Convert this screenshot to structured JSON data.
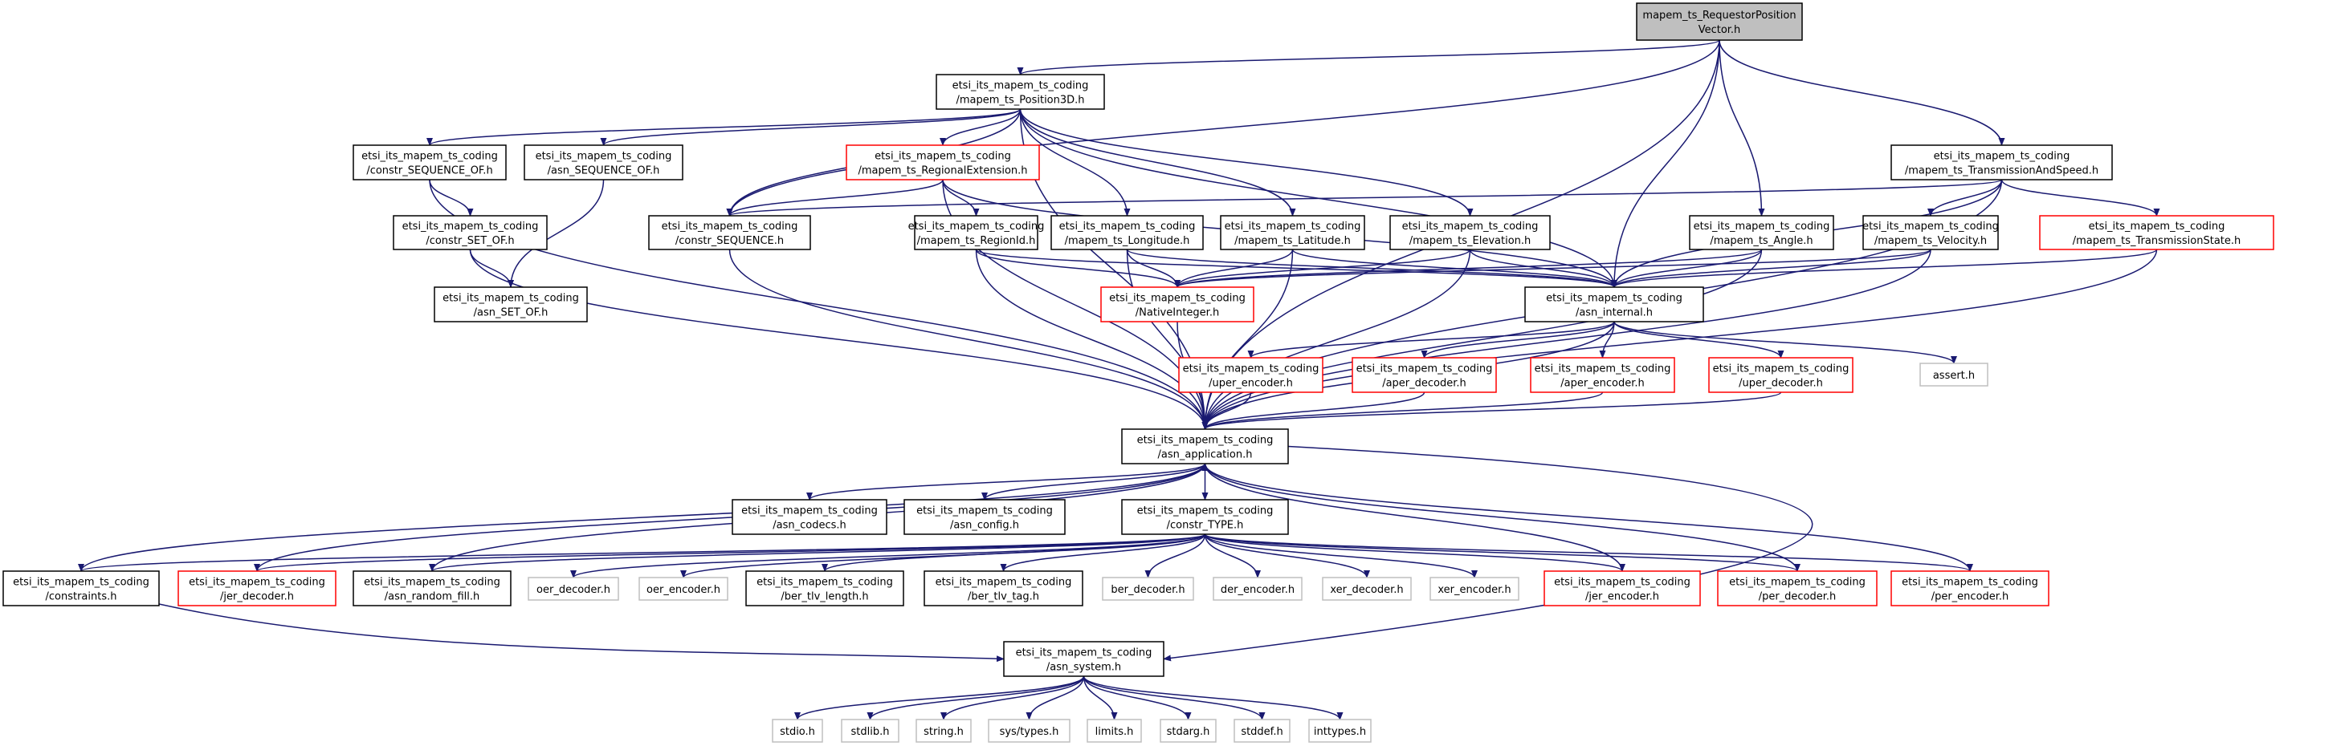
{
  "graph": {
    "edge_color": "#191970",
    "nodes": [
      {
        "id": "root",
        "lines": [
          "mapem_ts_RequestorPosition",
          "Vector.h"
        ],
        "style": "current"
      },
      {
        "id": "pos3d",
        "lines": [
          "etsi_its_mapem_ts_coding",
          "/mapem_ts_Position3D.h"
        ],
        "style": "normal"
      },
      {
        "id": "cseqof",
        "lines": [
          "etsi_its_mapem_ts_coding",
          "/constr_SEQUENCE_OF.h"
        ],
        "style": "normal"
      },
      {
        "id": "aseqof",
        "lines": [
          "etsi_its_mapem_ts_coding",
          "/asn_SEQUENCE_OF.h"
        ],
        "style": "normal"
      },
      {
        "id": "regext",
        "lines": [
          "etsi_its_mapem_ts_coding",
          "/mapem_ts_RegionalExtension.h"
        ],
        "style": "truncated"
      },
      {
        "id": "tas",
        "lines": [
          "etsi_its_mapem_ts_coding",
          "/mapem_ts_TransmissionAndSpeed.h"
        ],
        "style": "normal"
      },
      {
        "id": "csetof",
        "lines": [
          "etsi_its_mapem_ts_coding",
          "/constr_SET_OF.h"
        ],
        "style": "normal"
      },
      {
        "id": "cseq",
        "lines": [
          "etsi_its_mapem_ts_coding",
          "/constr_SEQUENCE.h"
        ],
        "style": "normal"
      },
      {
        "id": "regionid",
        "lines": [
          "etsi_its_mapem_ts_coding",
          "/mapem_ts_RegionId.h"
        ],
        "style": "normal"
      },
      {
        "id": "longitude",
        "lines": [
          "etsi_its_mapem_ts_coding",
          "/mapem_ts_Longitude.h"
        ],
        "style": "normal"
      },
      {
        "id": "latitude",
        "lines": [
          "etsi_its_mapem_ts_coding",
          "/mapem_ts_Latitude.h"
        ],
        "style": "normal"
      },
      {
        "id": "elevation",
        "lines": [
          "etsi_its_mapem_ts_coding",
          "/mapem_ts_Elevation.h"
        ],
        "style": "normal"
      },
      {
        "id": "angle",
        "lines": [
          "etsi_its_mapem_ts_coding",
          "/mapem_ts_Angle.h"
        ],
        "style": "normal"
      },
      {
        "id": "velocity",
        "lines": [
          "etsi_its_mapem_ts_coding",
          "/mapem_ts_Velocity.h"
        ],
        "style": "normal"
      },
      {
        "id": "tstate",
        "lines": [
          "etsi_its_mapem_ts_coding",
          "/mapem_ts_TransmissionState.h"
        ],
        "style": "truncated"
      },
      {
        "id": "asetof",
        "lines": [
          "etsi_its_mapem_ts_coding",
          "/asn_SET_OF.h"
        ],
        "style": "normal"
      },
      {
        "id": "nativeint",
        "lines": [
          "etsi_its_mapem_ts_coding",
          "/NativeInteger.h"
        ],
        "style": "truncated"
      },
      {
        "id": "asninternal",
        "lines": [
          "etsi_its_mapem_ts_coding",
          "/asn_internal.h"
        ],
        "style": "normal"
      },
      {
        "id": "uperenc",
        "lines": [
          "etsi_its_mapem_ts_coding",
          "/uper_encoder.h"
        ],
        "style": "truncated"
      },
      {
        "id": "aperdec",
        "lines": [
          "etsi_its_mapem_ts_coding",
          "/aper_decoder.h"
        ],
        "style": "truncated"
      },
      {
        "id": "aperenc",
        "lines": [
          "etsi_its_mapem_ts_coding",
          "/aper_encoder.h"
        ],
        "style": "truncated"
      },
      {
        "id": "uperdec",
        "lines": [
          "etsi_its_mapem_ts_coding",
          "/uper_decoder.h"
        ],
        "style": "truncated"
      },
      {
        "id": "assert",
        "lines": [
          "assert.h"
        ],
        "style": "external"
      },
      {
        "id": "asnapp",
        "lines": [
          "etsi_its_mapem_ts_coding",
          "/asn_application.h"
        ],
        "style": "normal"
      },
      {
        "id": "asncodecs",
        "lines": [
          "etsi_its_mapem_ts_coding",
          "/asn_codecs.h"
        ],
        "style": "normal"
      },
      {
        "id": "asnconfig",
        "lines": [
          "etsi_its_mapem_ts_coding",
          "/asn_config.h"
        ],
        "style": "normal"
      },
      {
        "id": "constrtype",
        "lines": [
          "etsi_its_mapem_ts_coding",
          "/constr_TYPE.h"
        ],
        "style": "normal"
      },
      {
        "id": "constraints",
        "lines": [
          "etsi_its_mapem_ts_coding",
          "/constraints.h"
        ],
        "style": "normal"
      },
      {
        "id": "jerdec",
        "lines": [
          "etsi_its_mapem_ts_coding",
          "/jer_decoder.h"
        ],
        "style": "truncated"
      },
      {
        "id": "randfill",
        "lines": [
          "etsi_its_mapem_ts_coding",
          "/asn_random_fill.h"
        ],
        "style": "normal"
      },
      {
        "id": "oerdec",
        "lines": [
          "oer_decoder.h"
        ],
        "style": "external"
      },
      {
        "id": "oerenc",
        "lines": [
          "oer_encoder.h"
        ],
        "style": "external"
      },
      {
        "id": "bertlvlen",
        "lines": [
          "etsi_its_mapem_ts_coding",
          "/ber_tlv_length.h"
        ],
        "style": "normal"
      },
      {
        "id": "bertlvtag",
        "lines": [
          "etsi_its_mapem_ts_coding",
          "/ber_tlv_tag.h"
        ],
        "style": "normal"
      },
      {
        "id": "berdec",
        "lines": [
          "ber_decoder.h"
        ],
        "style": "external"
      },
      {
        "id": "derenc",
        "lines": [
          "der_encoder.h"
        ],
        "style": "external"
      },
      {
        "id": "xerdec",
        "lines": [
          "xer_decoder.h"
        ],
        "style": "external"
      },
      {
        "id": "xerenc",
        "lines": [
          "xer_encoder.h"
        ],
        "style": "external"
      },
      {
        "id": "jerenc",
        "lines": [
          "etsi_its_mapem_ts_coding",
          "/jer_encoder.h"
        ],
        "style": "truncated"
      },
      {
        "id": "perdec",
        "lines": [
          "etsi_its_mapem_ts_coding",
          "/per_decoder.h"
        ],
        "style": "truncated"
      },
      {
        "id": "perenc",
        "lines": [
          "etsi_its_mapem_ts_coding",
          "/per_encoder.h"
        ],
        "style": "truncated"
      },
      {
        "id": "asnsystem",
        "lines": [
          "etsi_its_mapem_ts_coding",
          "/asn_system.h"
        ],
        "style": "normal"
      },
      {
        "id": "stdio",
        "lines": [
          "stdio.h"
        ],
        "style": "external"
      },
      {
        "id": "stdlib",
        "lines": [
          "stdlib.h"
        ],
        "style": "external"
      },
      {
        "id": "string",
        "lines": [
          "string.h"
        ],
        "style": "external"
      },
      {
        "id": "systypes",
        "lines": [
          "sys/types.h"
        ],
        "style": "external"
      },
      {
        "id": "limits",
        "lines": [
          "limits.h"
        ],
        "style": "external"
      },
      {
        "id": "stdarg",
        "lines": [
          "stdarg.h"
        ],
        "style": "external"
      },
      {
        "id": "stddef",
        "lines": [
          "stddef.h"
        ],
        "style": "external"
      },
      {
        "id": "inttypes",
        "lines": [
          "inttypes.h"
        ],
        "style": "external"
      }
    ],
    "edges": [
      [
        "root",
        "pos3d"
      ],
      [
        "root",
        "cseq"
      ],
      [
        "root",
        "asninternal"
      ],
      [
        "root",
        "angle"
      ],
      [
        "root",
        "tas"
      ],
      [
        "root",
        "asnapp"
      ],
      [
        "pos3d",
        "cseqof"
      ],
      [
        "pos3d",
        "aseqof"
      ],
      [
        "pos3d",
        "regext"
      ],
      [
        "pos3d",
        "cseq"
      ],
      [
        "pos3d",
        "asnapp"
      ],
      [
        "pos3d",
        "longitude"
      ],
      [
        "pos3d",
        "latitude"
      ],
      [
        "pos3d",
        "elevation"
      ],
      [
        "pos3d",
        "asninternal"
      ],
      [
        "cseqof",
        "csetof"
      ],
      [
        "cseqof",
        "asnapp"
      ],
      [
        "aseqof",
        "asetof"
      ],
      [
        "csetof",
        "asetof"
      ],
      [
        "csetof",
        "asnapp"
      ],
      [
        "regext",
        "cseq"
      ],
      [
        "regext",
        "regionid"
      ],
      [
        "regext",
        "asnapp"
      ],
      [
        "regext",
        "asninternal"
      ],
      [
        "cseq",
        "asnapp"
      ],
      [
        "regionid",
        "nativeint"
      ],
      [
        "regionid",
        "asnapp"
      ],
      [
        "regionid",
        "asninternal"
      ],
      [
        "longitude",
        "nativeint"
      ],
      [
        "longitude",
        "asnapp"
      ],
      [
        "longitude",
        "asninternal"
      ],
      [
        "latitude",
        "nativeint"
      ],
      [
        "latitude",
        "asnapp"
      ],
      [
        "latitude",
        "asninternal"
      ],
      [
        "elevation",
        "nativeint"
      ],
      [
        "elevation",
        "asnapp"
      ],
      [
        "elevation",
        "asninternal"
      ],
      [
        "angle",
        "nativeint"
      ],
      [
        "angle",
        "asninternal"
      ],
      [
        "angle",
        "asnapp"
      ],
      [
        "velocity",
        "nativeint"
      ],
      [
        "velocity",
        "asninternal"
      ],
      [
        "velocity",
        "asnapp"
      ],
      [
        "tas",
        "cseq"
      ],
      [
        "tas",
        "velocity"
      ],
      [
        "tas",
        "tstate"
      ],
      [
        "tas",
        "asninternal"
      ],
      [
        "tas",
        "asnapp"
      ],
      [
        "tstate",
        "asninternal"
      ],
      [
        "tstate",
        "asnapp"
      ],
      [
        "nativeint",
        "asnapp"
      ],
      [
        "asninternal",
        "uperenc"
      ],
      [
        "asninternal",
        "aperdec"
      ],
      [
        "asninternal",
        "aperenc"
      ],
      [
        "asninternal",
        "uperdec"
      ],
      [
        "asninternal",
        "assert"
      ],
      [
        "asninternal",
        "asnapp"
      ],
      [
        "uperenc",
        "asnapp"
      ],
      [
        "aperdec",
        "asnapp"
      ],
      [
        "aperenc",
        "asnapp"
      ],
      [
        "uperdec",
        "asnapp"
      ],
      [
        "asnapp",
        "asncodecs"
      ],
      [
        "asnapp",
        "asnconfig"
      ],
      [
        "asnapp",
        "constrtype"
      ],
      [
        "asnapp",
        "asnsystem"
      ],
      [
        "constraints",
        "asnapp"
      ],
      [
        "constraints",
        "asnsystem"
      ],
      [
        "constrtype",
        "constraints"
      ],
      [
        "constrtype",
        "jerdec"
      ],
      [
        "constrtype",
        "randfill"
      ],
      [
        "constrtype",
        "oerdec"
      ],
      [
        "constrtype",
        "oerenc"
      ],
      [
        "constrtype",
        "bertlvlen"
      ],
      [
        "constrtype",
        "bertlvtag"
      ],
      [
        "constrtype",
        "berdec"
      ],
      [
        "constrtype",
        "derenc"
      ],
      [
        "constrtype",
        "xerdec"
      ],
      [
        "constrtype",
        "xerenc"
      ],
      [
        "constrtype",
        "jerenc"
      ],
      [
        "constrtype",
        "perdec"
      ],
      [
        "constrtype",
        "perenc"
      ],
      [
        "jerdec",
        "asnapp"
      ],
      [
        "randfill",
        "asnapp"
      ],
      [
        "jerenc",
        "asnapp"
      ],
      [
        "perdec",
        "asnapp"
      ],
      [
        "perenc",
        "asnapp"
      ],
      [
        "asnsystem",
        "stdio"
      ],
      [
        "asnsystem",
        "stdlib"
      ],
      [
        "asnsystem",
        "string"
      ],
      [
        "asnsystem",
        "systypes"
      ],
      [
        "asnsystem",
        "limits"
      ],
      [
        "asnsystem",
        "stdarg"
      ],
      [
        "asnsystem",
        "stddef"
      ],
      [
        "asnsystem",
        "inttypes"
      ]
    ]
  }
}
